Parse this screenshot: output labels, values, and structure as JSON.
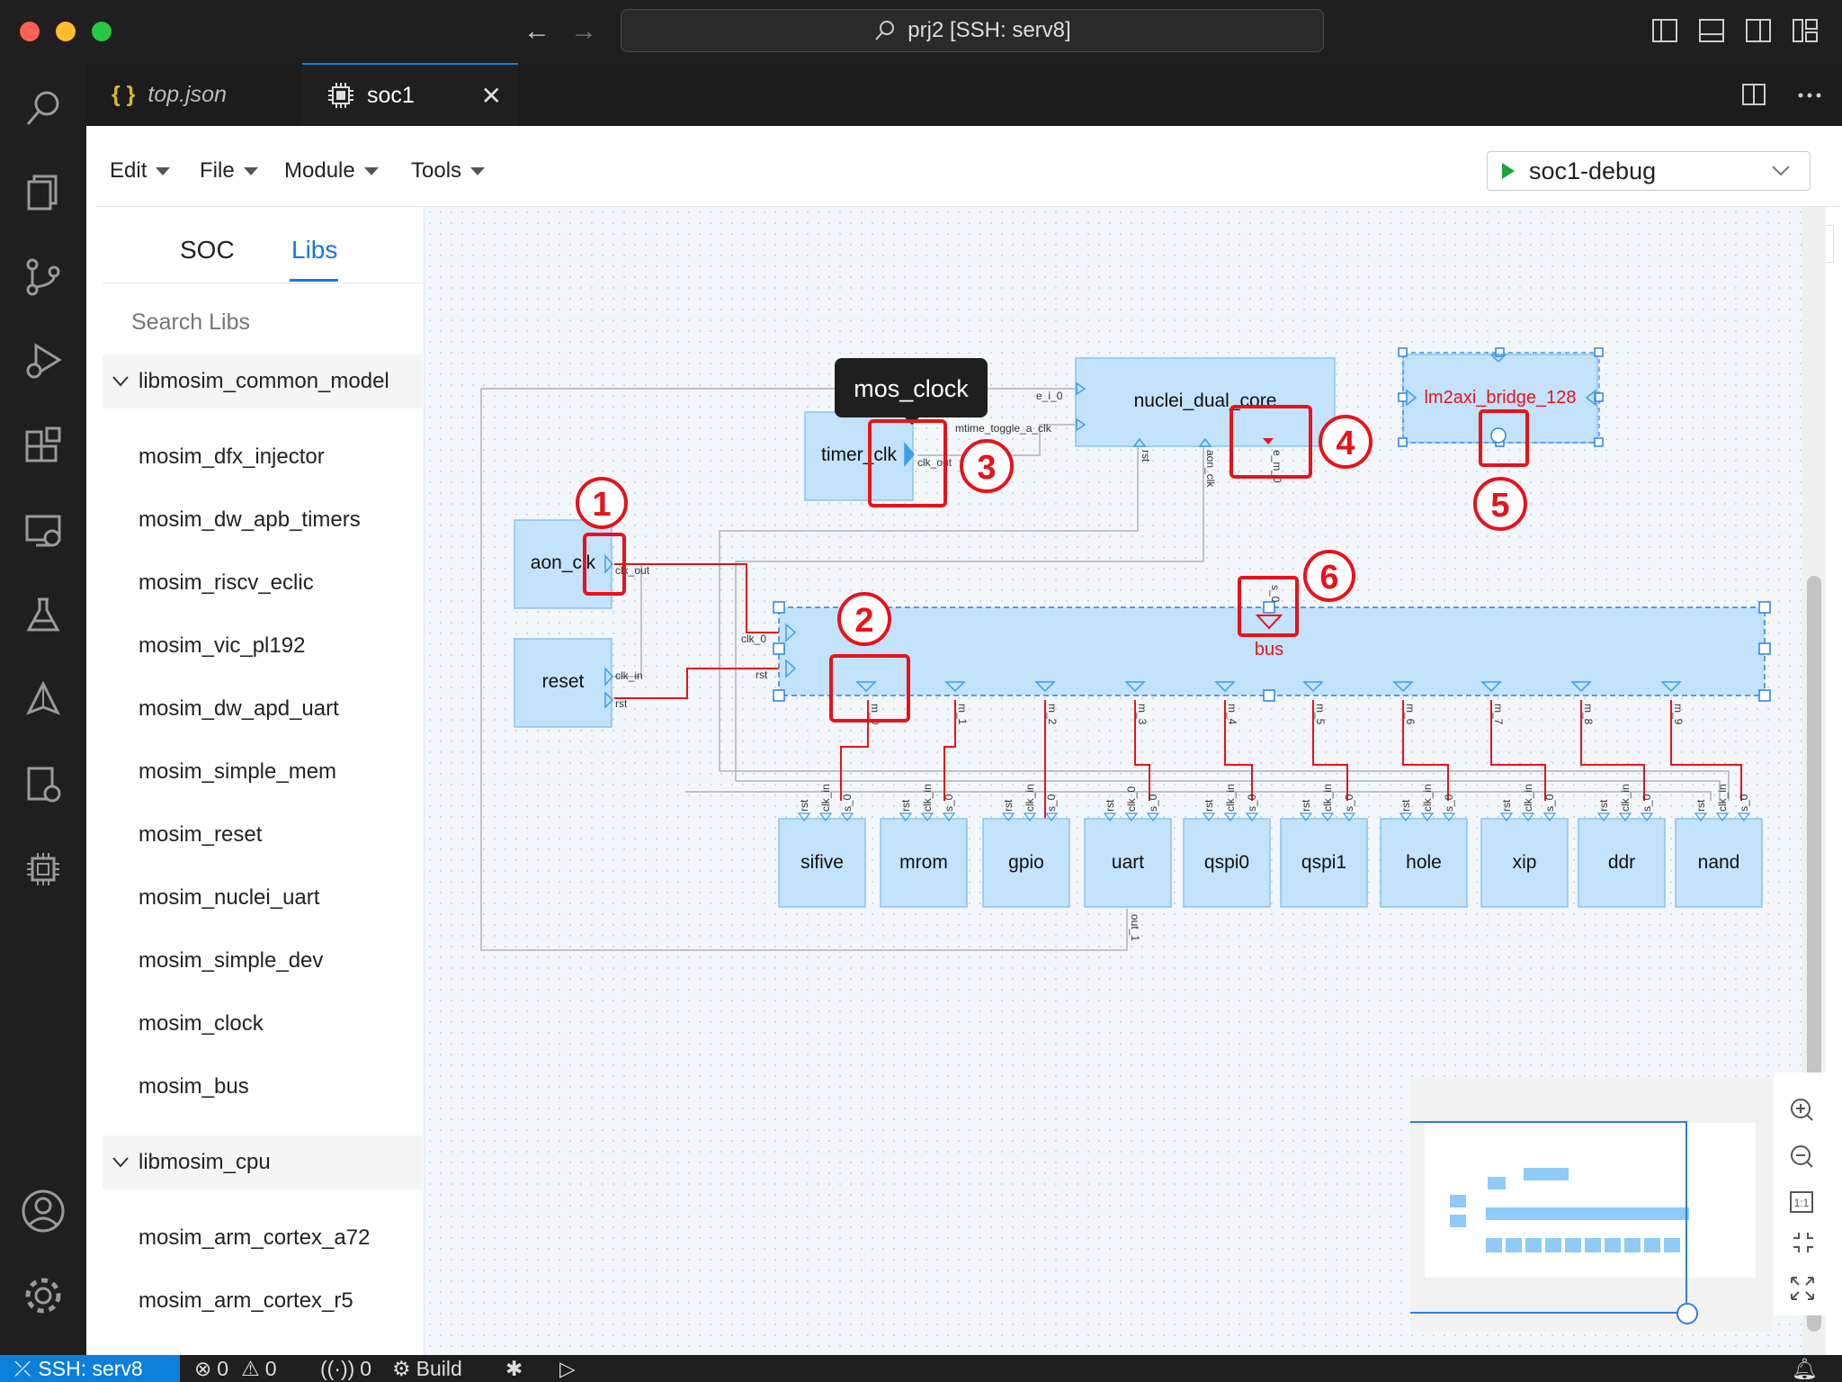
{
  "window": {
    "title": "prj2 [SSH: serv8]"
  },
  "tabs": [
    {
      "label": "top.json",
      "icon": "json-braces-icon"
    },
    {
      "label": "soc1",
      "icon": "chip-icon"
    }
  ],
  "toolbar": {
    "menus": [
      "Edit",
      "File",
      "Module",
      "Tools"
    ],
    "run_config": "soc1-debug"
  },
  "sidebar": {
    "tabs": [
      "SOC",
      "Libs"
    ],
    "active_tab": "Libs",
    "search_placeholder": "Search Libs",
    "groups": [
      {
        "name": "libmosim_common_model",
        "items": [
          "mosim_dfx_injector",
          "mosim_dw_apb_timers",
          "mosim_riscv_eclic",
          "mosim_vic_pl192",
          "mosim_dw_apd_uart",
          "mosim_simple_mem",
          "mosim_reset",
          "mosim_nuclei_uart",
          "mosim_simple_dev",
          "mosim_clock",
          "mosim_bus"
        ]
      },
      {
        "name": "libmosim_cpu",
        "items": [
          "mosim_arm_cortex_a72",
          "mosim_arm_cortex_r5"
        ]
      }
    ]
  },
  "diagram": {
    "tooltip": "mos_clock",
    "blocks": {
      "timer_clk": "timer_clk",
      "nuclei": "nuclei_dual_core",
      "bridge": "lm2axi_bridge_128",
      "aon_clk": "aon_clk",
      "reset": "reset",
      "bus": "bus"
    },
    "peripherals": [
      "sifive",
      "mrom",
      "gpio",
      "uart",
      "qspi0",
      "qspi1",
      "hole",
      "xip",
      "ddr",
      "nand"
    ],
    "peripheral_ports": [
      "rst",
      "clk_in",
      "s_0"
    ],
    "uart_ports": [
      "rst",
      "clk_0",
      "s_0"
    ],
    "bus_ports": [
      "m_0",
      "m_1",
      "m_2",
      "m_3",
      "m_4",
      "m_5",
      "m_6",
      "m_7",
      "m_8",
      "m_9"
    ],
    "port_labels": {
      "e_i_0": "e_i_0",
      "mtime": "mtime_toggle_a_clk",
      "clk_out": "clk_out",
      "timer_clk_out": "clk_out",
      "clk_in": "clk_in",
      "rst": "rst",
      "clk_0": "clk_0",
      "bus_rst": "rst",
      "nuclei_rst": "rst",
      "aon_clk_port": "aon_clk",
      "e_m_0": "e_m_0",
      "s_0_top": "s_0",
      "out_1": "out_1"
    },
    "markers": [
      "1",
      "2",
      "3",
      "4",
      "5",
      "6"
    ],
    "accent_color": "#e8121b",
    "block_fill": "#c3e2fb"
  },
  "status": {
    "remote": "SSH: serv8",
    "errors": "0",
    "warnings": "0",
    "ports": "0",
    "build": "Build"
  }
}
